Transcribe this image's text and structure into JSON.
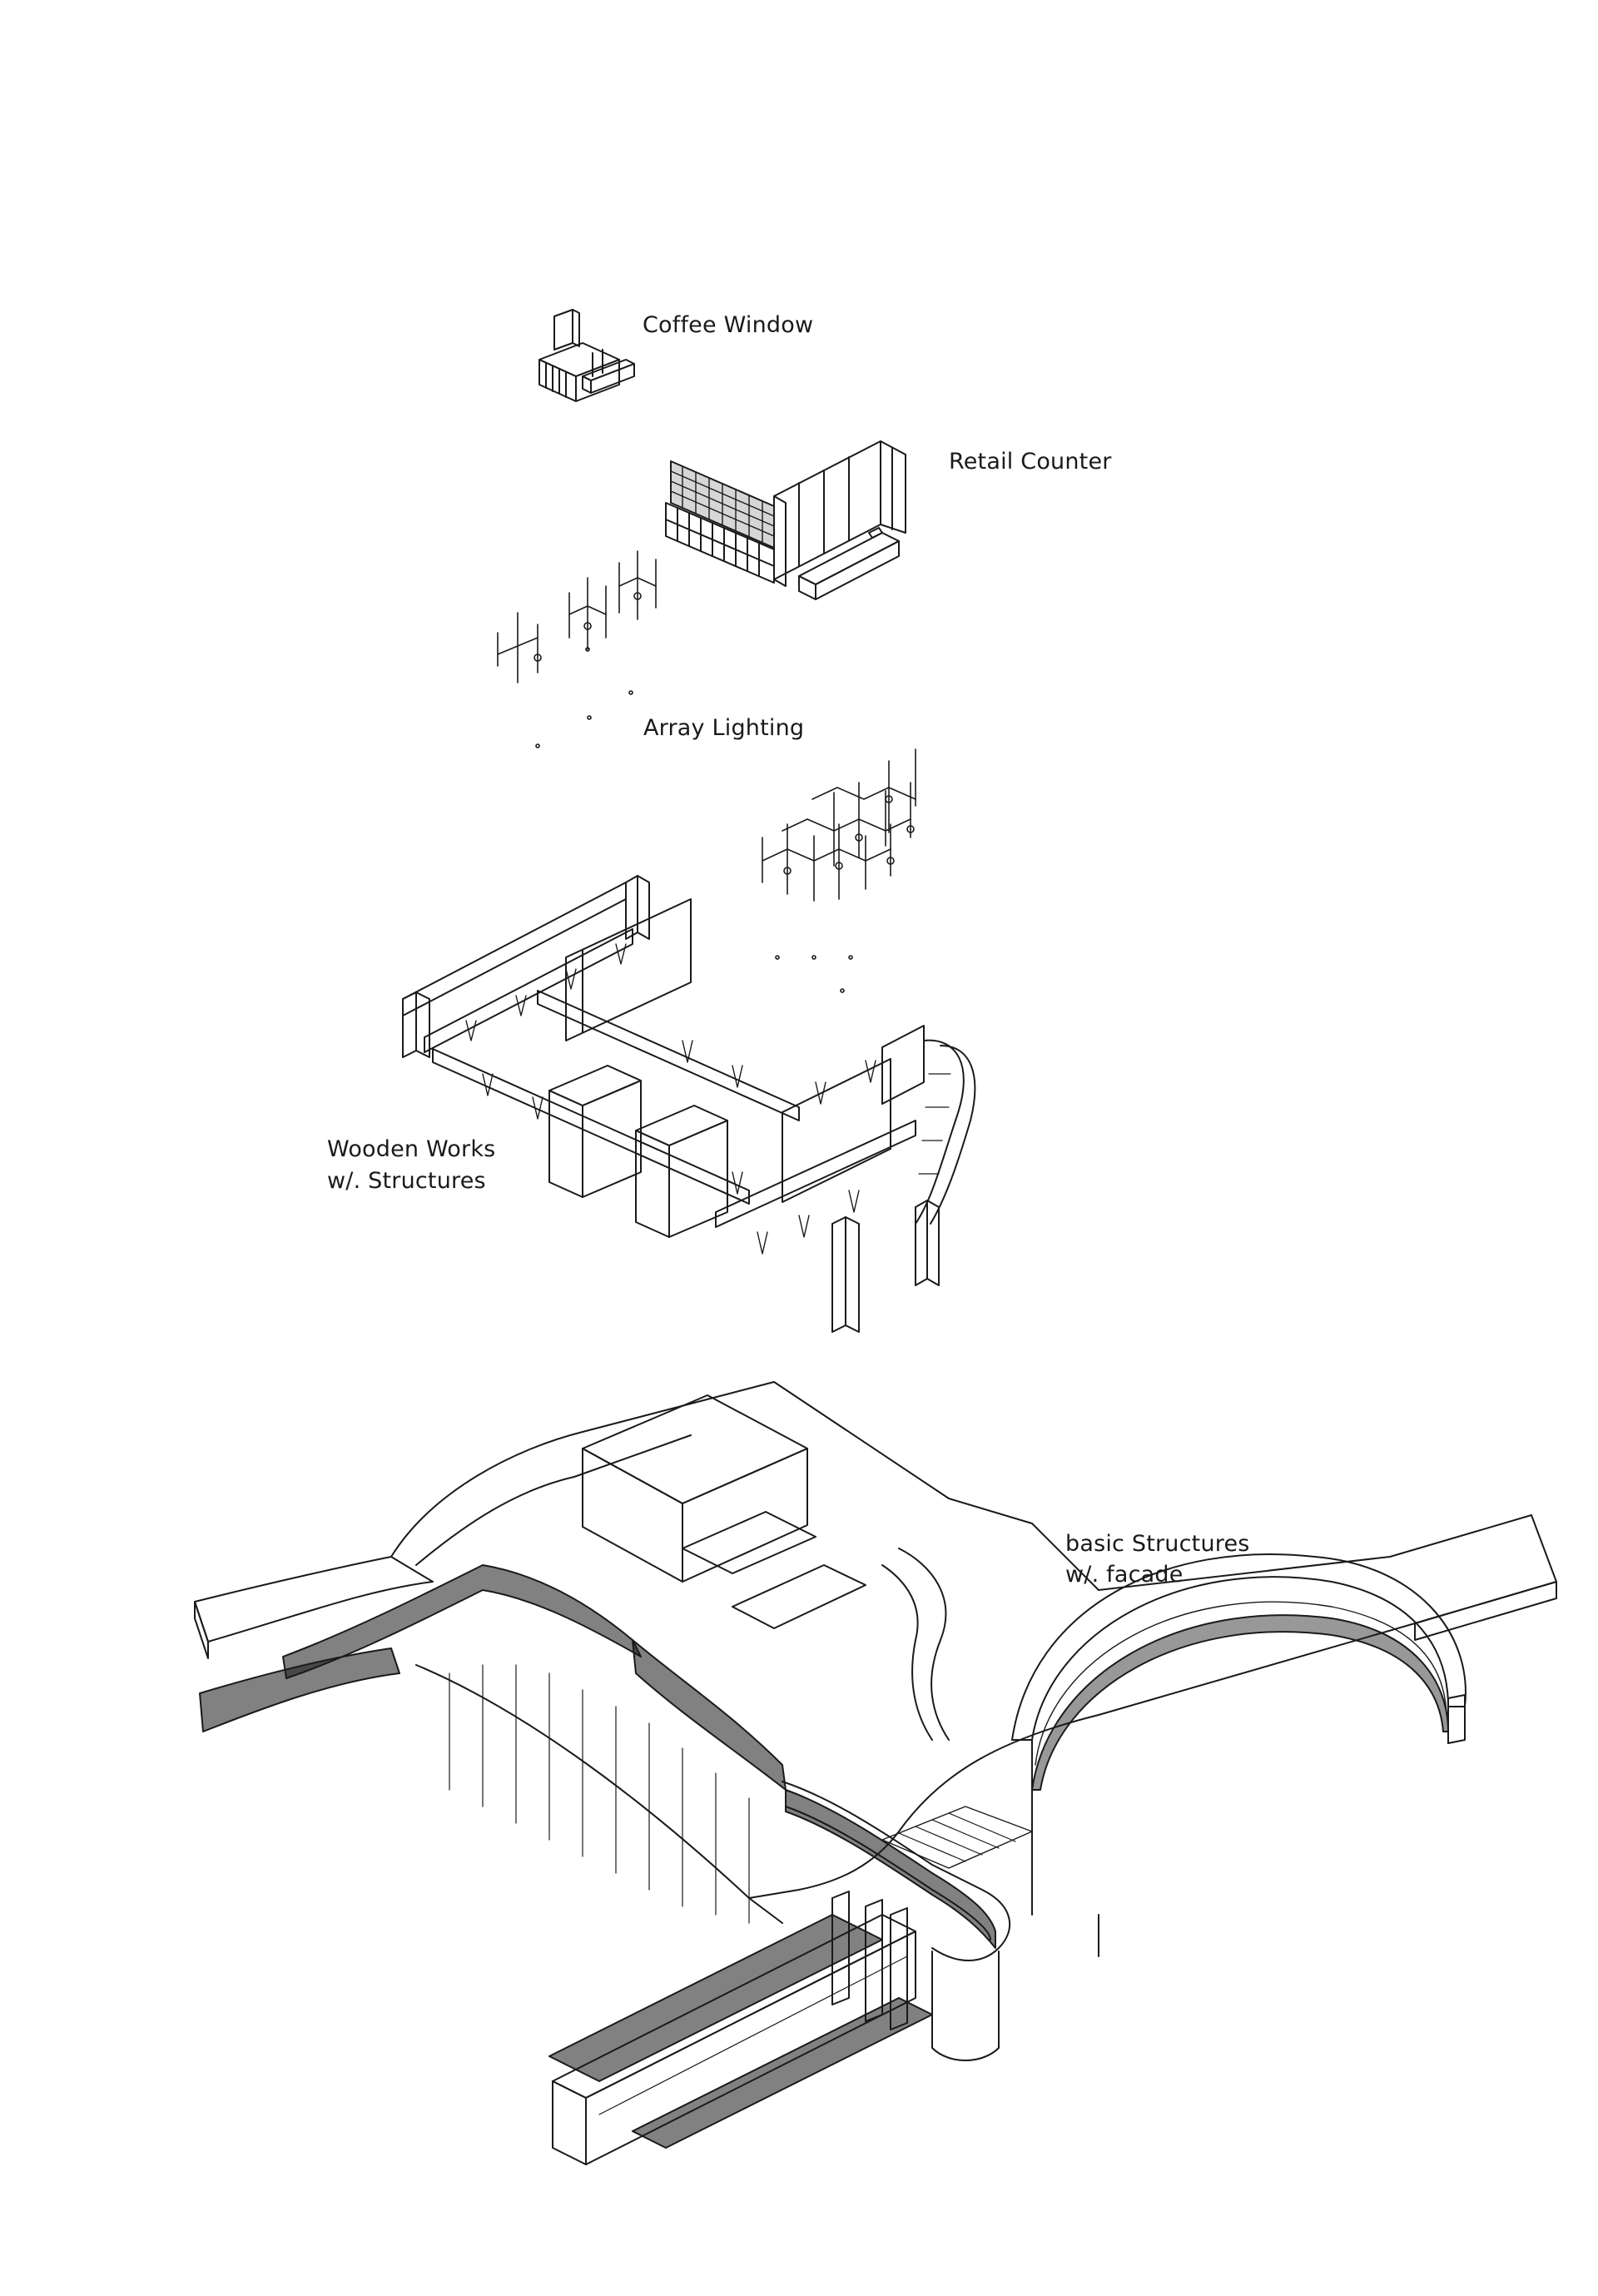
{
  "diagram": {
    "line_color": "#1a1a1a",
    "background": "#ffffff",
    "layers": [
      {
        "name": "coffee-window",
        "label_lines": [
          "Coffee Window"
        ]
      },
      {
        "name": "retail-counter",
        "label_lines": [
          "Retail Counter"
        ]
      },
      {
        "name": "array-lighting",
        "label_lines": [
          "Array Lighting"
        ]
      },
      {
        "name": "wooden-works",
        "label_lines": [
          "Wooden Works",
          "w/. Structures"
        ]
      },
      {
        "name": "basic-structures",
        "label_lines": [
          "basic Structures",
          "w/. facade"
        ]
      }
    ]
  }
}
